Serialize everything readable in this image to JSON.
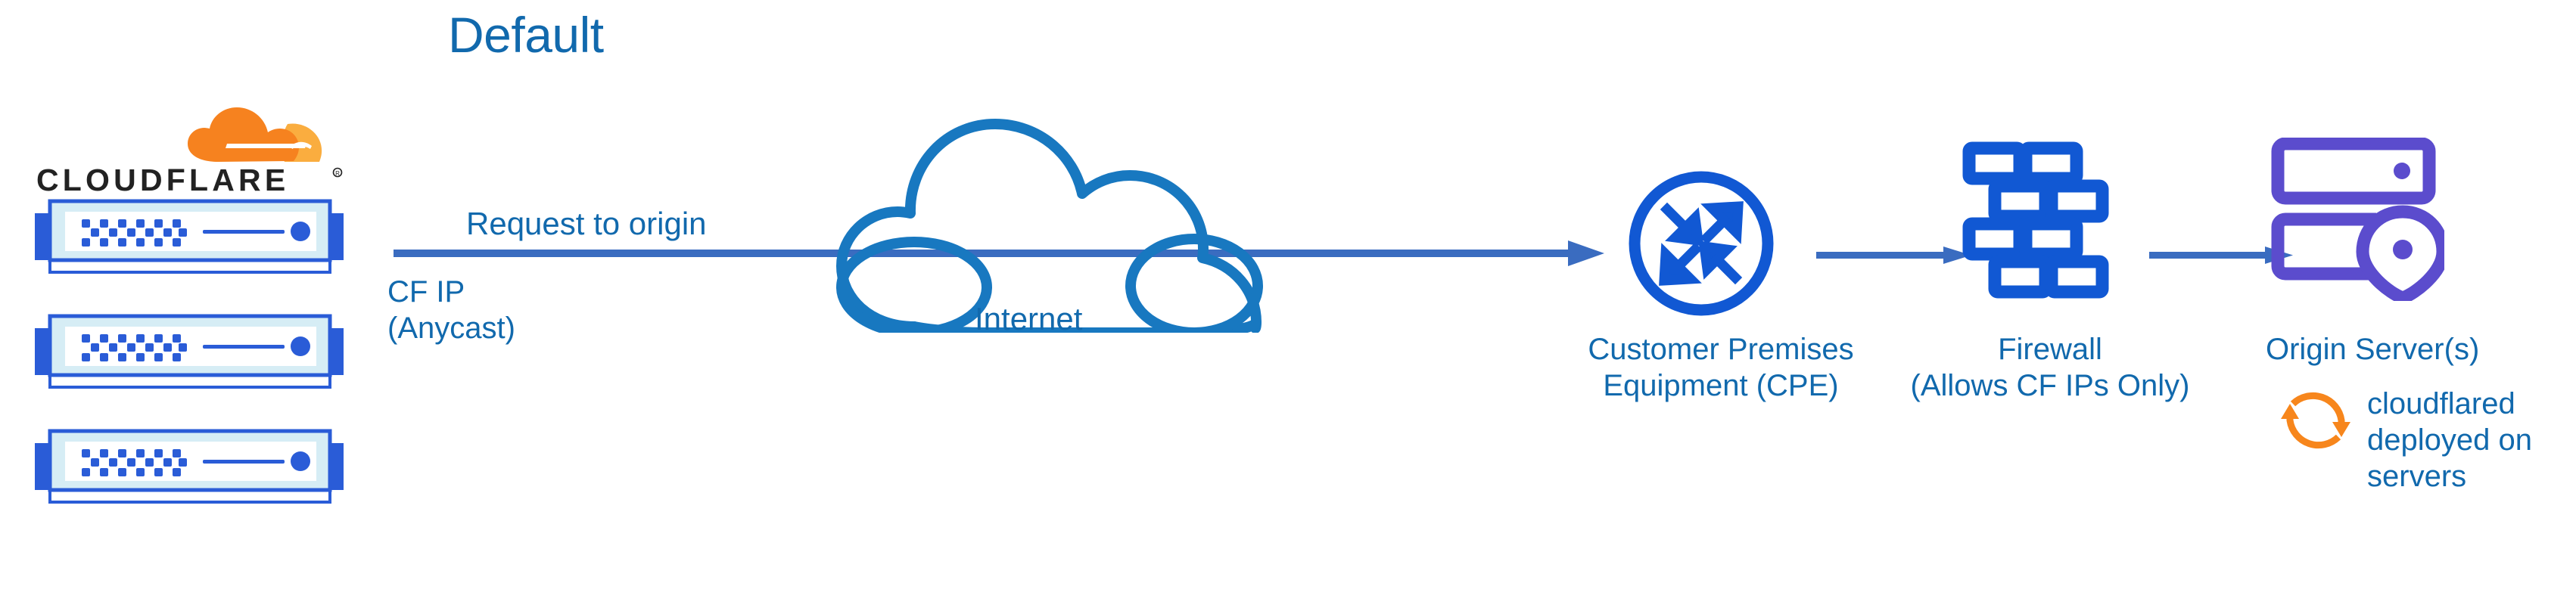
{
  "diagram": {
    "title": "Default",
    "type": "network-architecture-flow",
    "brand": {
      "name": "CLOUDFLARE",
      "orange": "#f6821f",
      "orange_light": "#faad3f",
      "wordmark_color": "#222222"
    },
    "colors": {
      "label_blue": "#1169ad",
      "icon_blue": "#1158d3",
      "arrow_blue": "#3a6cc0",
      "rack_stroke": "#2a5cd7",
      "rack_fill": "#d6edf5",
      "origin_purple": "#5b4ccd",
      "background": "#ffffff"
    }
  },
  "edge": {
    "logo_alt": "cloudflare-logo",
    "racks": [
      {
        "id": "rack-1",
        "name": "cloudflare-edge-server-1"
      },
      {
        "id": "rack-2",
        "name": "cloudflare-edge-server-2"
      },
      {
        "id": "rack-3",
        "name": "cloudflare-edge-server-3"
      }
    ],
    "ip_label_line1": "CF IP",
    "ip_label_line2": "(Anycast)"
  },
  "flow": {
    "request_label": "Request to origin",
    "internet_label": "Internet"
  },
  "nodes": {
    "cpe": {
      "icon": "router-expand-arrows-circle-icon",
      "label_line1": "Customer Premises",
      "label_line2": "Equipment (CPE)"
    },
    "firewall": {
      "icon": "brick-wall-icon",
      "label_line1": "Firewall",
      "label_line2": "(Allows CF IPs Only)"
    },
    "origin": {
      "icon": "server-stack-with-location-pin-icon",
      "label": "Origin Server(s)",
      "note_icon": "sync-circular-arrows-icon",
      "note_line1": "cloudflared",
      "note_line2": "deployed on",
      "note_line3": "servers"
    }
  }
}
